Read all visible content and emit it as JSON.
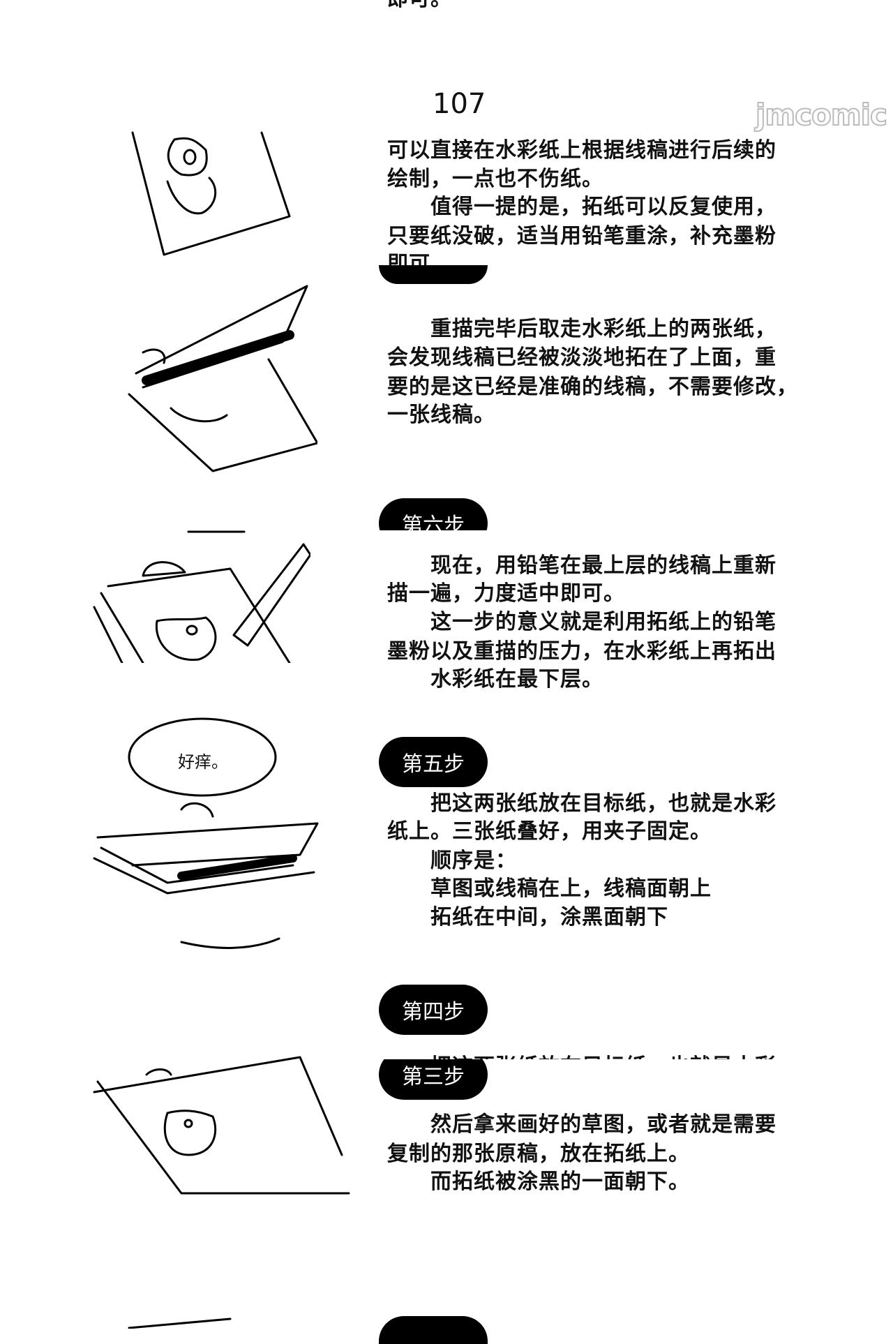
{
  "top_fragment": "即可。",
  "page_number": "107",
  "watermark": "jmcomic",
  "block_reuse": {
    "lines": [
      "可以直接在水彩纸上根据线稿进行后续的",
      "绘制，一点也不伤纸。",
      "值得一提的是，拓纸可以反复使用，",
      "只要纸没破，适当用铅笔重涂，补充墨粉",
      "即可。"
    ]
  },
  "block_remove": {
    "lines": [
      "重描完毕后取走水彩纸上的两张纸，",
      "会发现线稿已经被淡淡地拓在了上面，重",
      "要的是这已经是准确的线稿，不需要修改，",
      "一张线稿。"
    ]
  },
  "step6": {
    "label": "第六步",
    "lines": [
      "现在，用铅笔在最上层的线稿上重新",
      "描一遍，力度适中即可。",
      "这一步的意义就是利用拓纸上的铅笔",
      "墨粉以及重描的压力，在水彩纸上再拓出",
      "水彩纸在最下层。"
    ]
  },
  "step5": {
    "label": "第五步",
    "bubble": "好痒。",
    "lines": [
      "把这两张纸放在目标纸，也就是水彩",
      "纸上。三张纸叠好，用夹子固定。",
      "顺序是：",
      "草图或线稿在上，线稿面朝上",
      "拓纸在中间，涂黑面朝下"
    ]
  },
  "step4": {
    "label": "第四步",
    "partial_line": "把这两张纸放在目标纸，也就是水彩"
  },
  "step3": {
    "label": "第三步",
    "lines": [
      "然后拿来画好的草图，或者就是需要",
      "复制的那张原稿，放在拓纸上。",
      "而拓纸被涂黑的一面朝下。"
    ]
  }
}
